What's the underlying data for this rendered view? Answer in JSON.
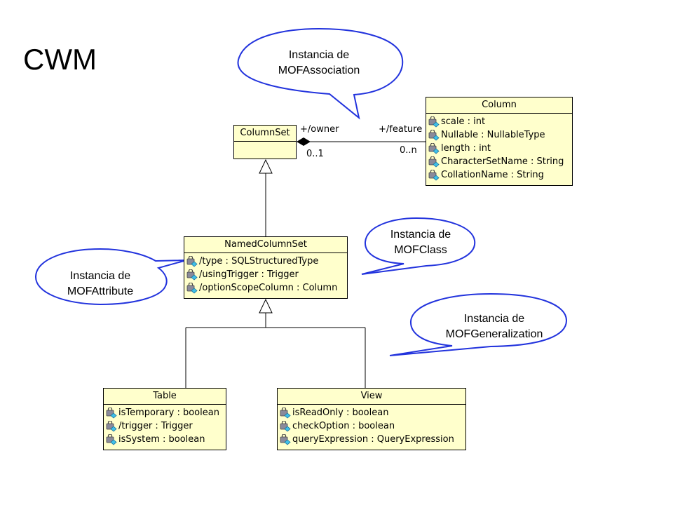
{
  "title": "CWM",
  "classes": {
    "columnset": {
      "name": "ColumnSet"
    },
    "column": {
      "name": "Column",
      "attributes": [
        "scale : int",
        "Nullable : NullableType",
        "length : int",
        "CharacterSetName : String",
        "CollationName : String"
      ]
    },
    "namedcolumnset": {
      "name": "NamedColumnSet",
      "attributes": [
        "/type : SQLStructuredType",
        "/usingTrigger : Trigger",
        "/optionScopeColumn : Column"
      ]
    },
    "table": {
      "name": "Table",
      "attributes": [
        "isTemporary : boolean",
        "/trigger : Trigger",
        "isSystem : boolean"
      ]
    },
    "view": {
      "name": "View",
      "attributes": [
        "isReadOnly : boolean",
        "checkOption : boolean",
        "queryExpression : QueryExpression"
      ]
    }
  },
  "association": {
    "owner_role": "+/owner",
    "feature_role": "+/feature",
    "owner_multiplicity": "0..1",
    "feature_multiplicity": "0..n"
  },
  "bubbles": {
    "association": {
      "line1": "Instancia de",
      "line2": "MOFAssociation"
    },
    "class": {
      "line1": "Instancia de",
      "line2": "MOFClass"
    },
    "attribute": {
      "line1": "Instancia de",
      "line2": "MOFAttribute"
    },
    "generalization": {
      "line1": "Instancia de",
      "line2": "MOFGeneralization"
    }
  },
  "colors": {
    "class_fill": "#ffffcc",
    "bubble_stroke": "#2233dd",
    "line": "#000000"
  }
}
